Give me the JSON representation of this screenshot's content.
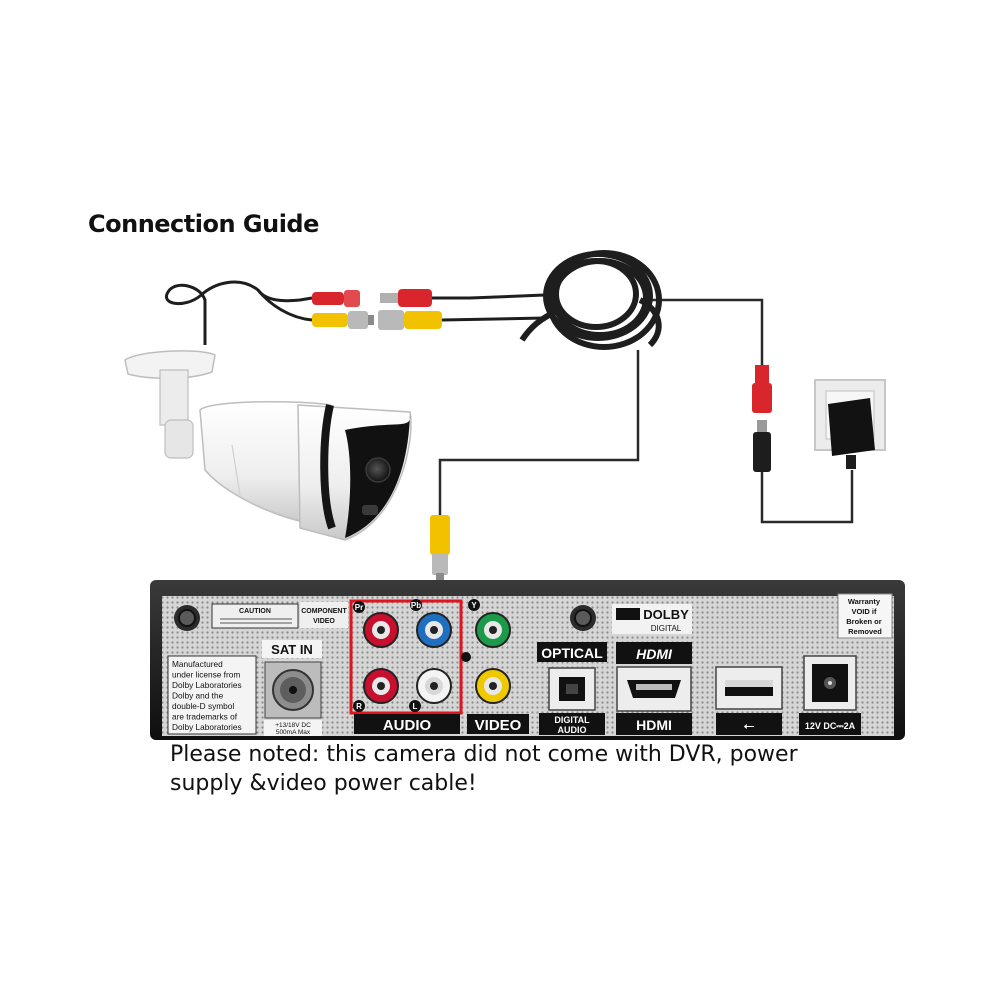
{
  "heading": "Connection Guide",
  "note_line1": "Please noted: this camera did not come with DVR, power",
  "note_line2": "supply &video power cable!",
  "dvr": {
    "caution": "CAUTION",
    "component_video_line1": "COMPONENT",
    "component_video_line2": "VIDEO",
    "manufactured_lines": [
      "Manufactured",
      "under license from",
      "Dolby Laboratories",
      "Dolby and the",
      "double-D symbol",
      "are trademarks of",
      "Dolby Laboratories"
    ],
    "sat_in": "SAT IN",
    "sat_rating_line1": "+13/18V DC",
    "sat_rating_line2": "500mA Max",
    "port_pr": "Pr",
    "port_pb": "Pb",
    "port_y": "Y",
    "port_r": "R",
    "port_l": "L",
    "audio": "AUDIO",
    "video": "VIDEO",
    "optical": "OPTICAL",
    "digital_audio_line1": "DIGITAL",
    "digital_audio_line2": "AUDIO",
    "dolby": "DOLBY",
    "digital": "DIGITAL",
    "hdmi_logo": "HDMI",
    "hdmi": "HDMI",
    "usb_symbol": "⭠",
    "power_rating": "12V DC⎓2A",
    "warranty_lines": [
      "Warranty",
      "VOID if",
      "Broken or",
      "Removed"
    ]
  },
  "colors": {
    "cable": "#2a2a2a",
    "bnc_yellow": "#f2c200",
    "dc_red": "#d8262c",
    "highlight_box": "#e0141e",
    "panel": "#cfcfcf",
    "chassis": "#1a1a1a",
    "jack_red": "#c8102e",
    "jack_blue": "#1f6fc0",
    "jack_green": "#1b9a4a",
    "jack_white": "#f4f4f4",
    "jack_yellow": "#f0c800"
  }
}
